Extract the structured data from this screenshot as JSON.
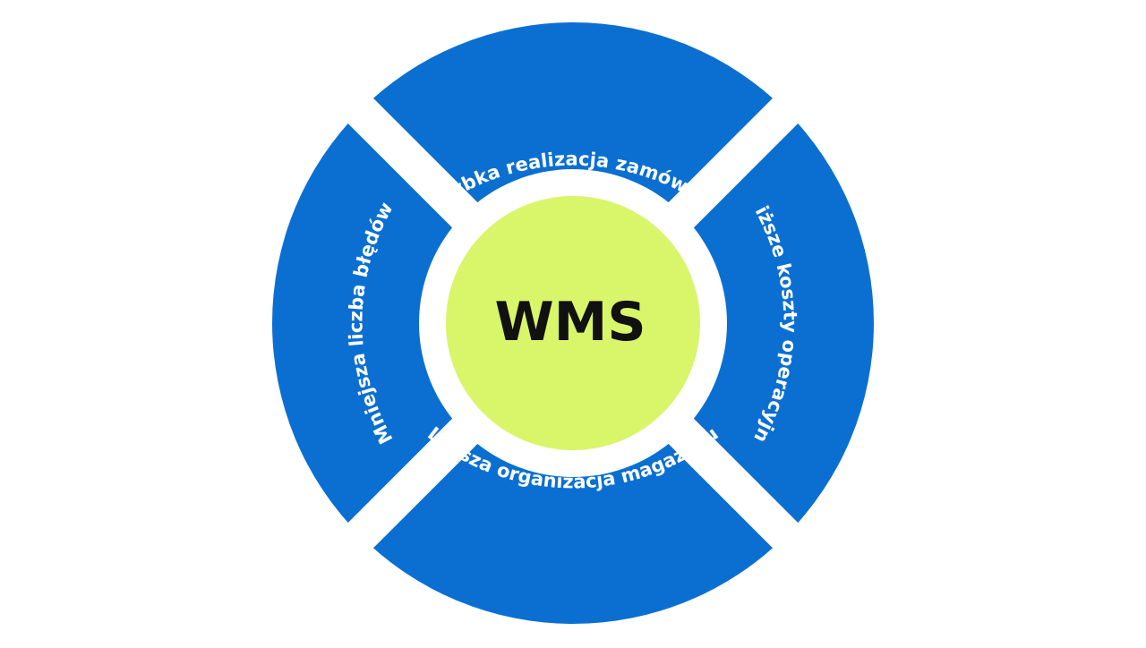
{
  "center": {
    "label": "WMS"
  },
  "segments": [
    {
      "id": "top",
      "label": "Szybka realizacja zamówień"
    },
    {
      "id": "right",
      "label": "Niższe koszty operacyjne"
    },
    {
      "id": "bottom",
      "label": "Lepsza organizacja magazynu"
    },
    {
      "id": "left",
      "label": "Mniejsza liczba błędów"
    }
  ],
  "colors": {
    "segment": "#0a6fd1",
    "center": "#d9f56a",
    "background": "#ffffff",
    "center_text": "#111111",
    "segment_text": "#ffffff"
  }
}
